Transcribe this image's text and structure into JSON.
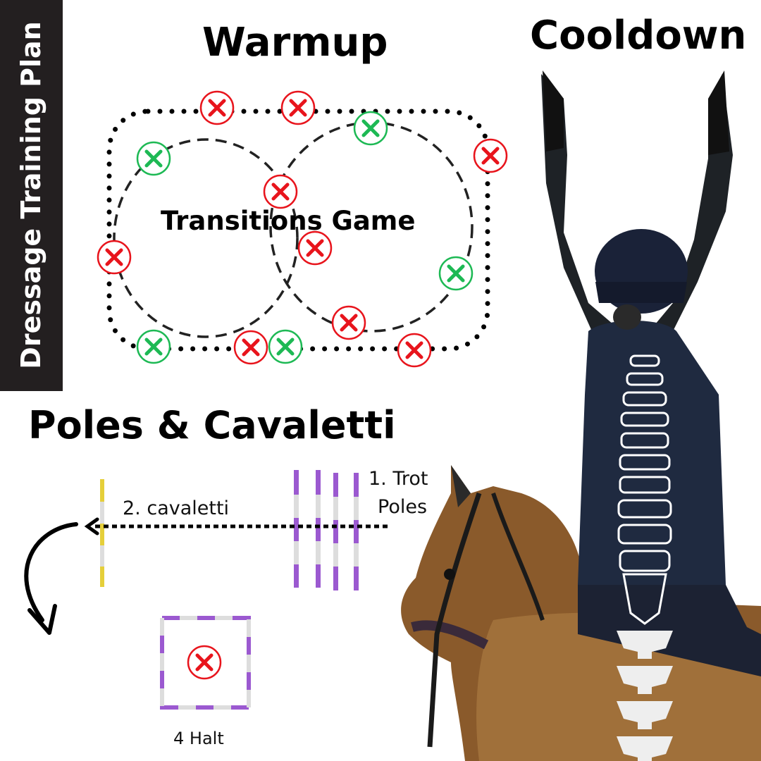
{
  "side_title": "Dressage Training Plan",
  "sections": {
    "warmup": "Warmup",
    "cooldown": "Cooldown",
    "poles": "Poles & Cavaletti"
  },
  "warmup_diagram": {
    "center_label": "Transitions Game",
    "marker_colors": {
      "red": "#e8141c",
      "green": "#1db954"
    }
  },
  "poles_diagram": {
    "trot_poles_label_line1": "1. Trot",
    "trot_poles_label_line2": "Poles",
    "cavaletti_label": "2. cavaletti",
    "halt_label": "4 Halt",
    "pole_colors": {
      "purple": "#9b59d0",
      "yellow": "#e5cf3a",
      "white": "#dddddd"
    }
  }
}
